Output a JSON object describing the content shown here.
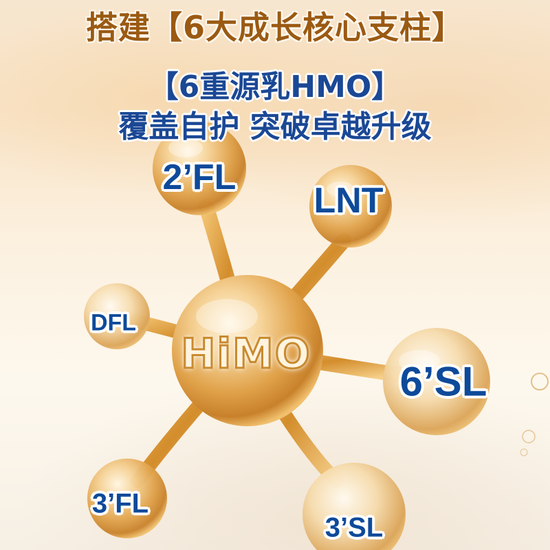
{
  "header": {
    "title": "搭建【6大成长核心支柱】",
    "subtitle_line1": "【6重源乳HMO】",
    "subtitle_line2": "覆盖自护 突破卓越升级"
  },
  "diagram": {
    "center_label": "HiMO",
    "nodes": [
      {
        "id": "2fl",
        "label": "2’FL"
      },
      {
        "id": "lnt",
        "label": "LNT"
      },
      {
        "id": "dfl",
        "label": "DFL"
      },
      {
        "id": "6sl",
        "label": "6’SL"
      },
      {
        "id": "3fl",
        "label": "3’FL"
      },
      {
        "id": "3sl",
        "label": "3’SL"
      }
    ]
  },
  "colors": {
    "title_brown": "#9b5a12",
    "label_blue": "#0e4a9a",
    "sphere_gold": "#d99a3a",
    "background_cream": "#fcf1e0"
  }
}
